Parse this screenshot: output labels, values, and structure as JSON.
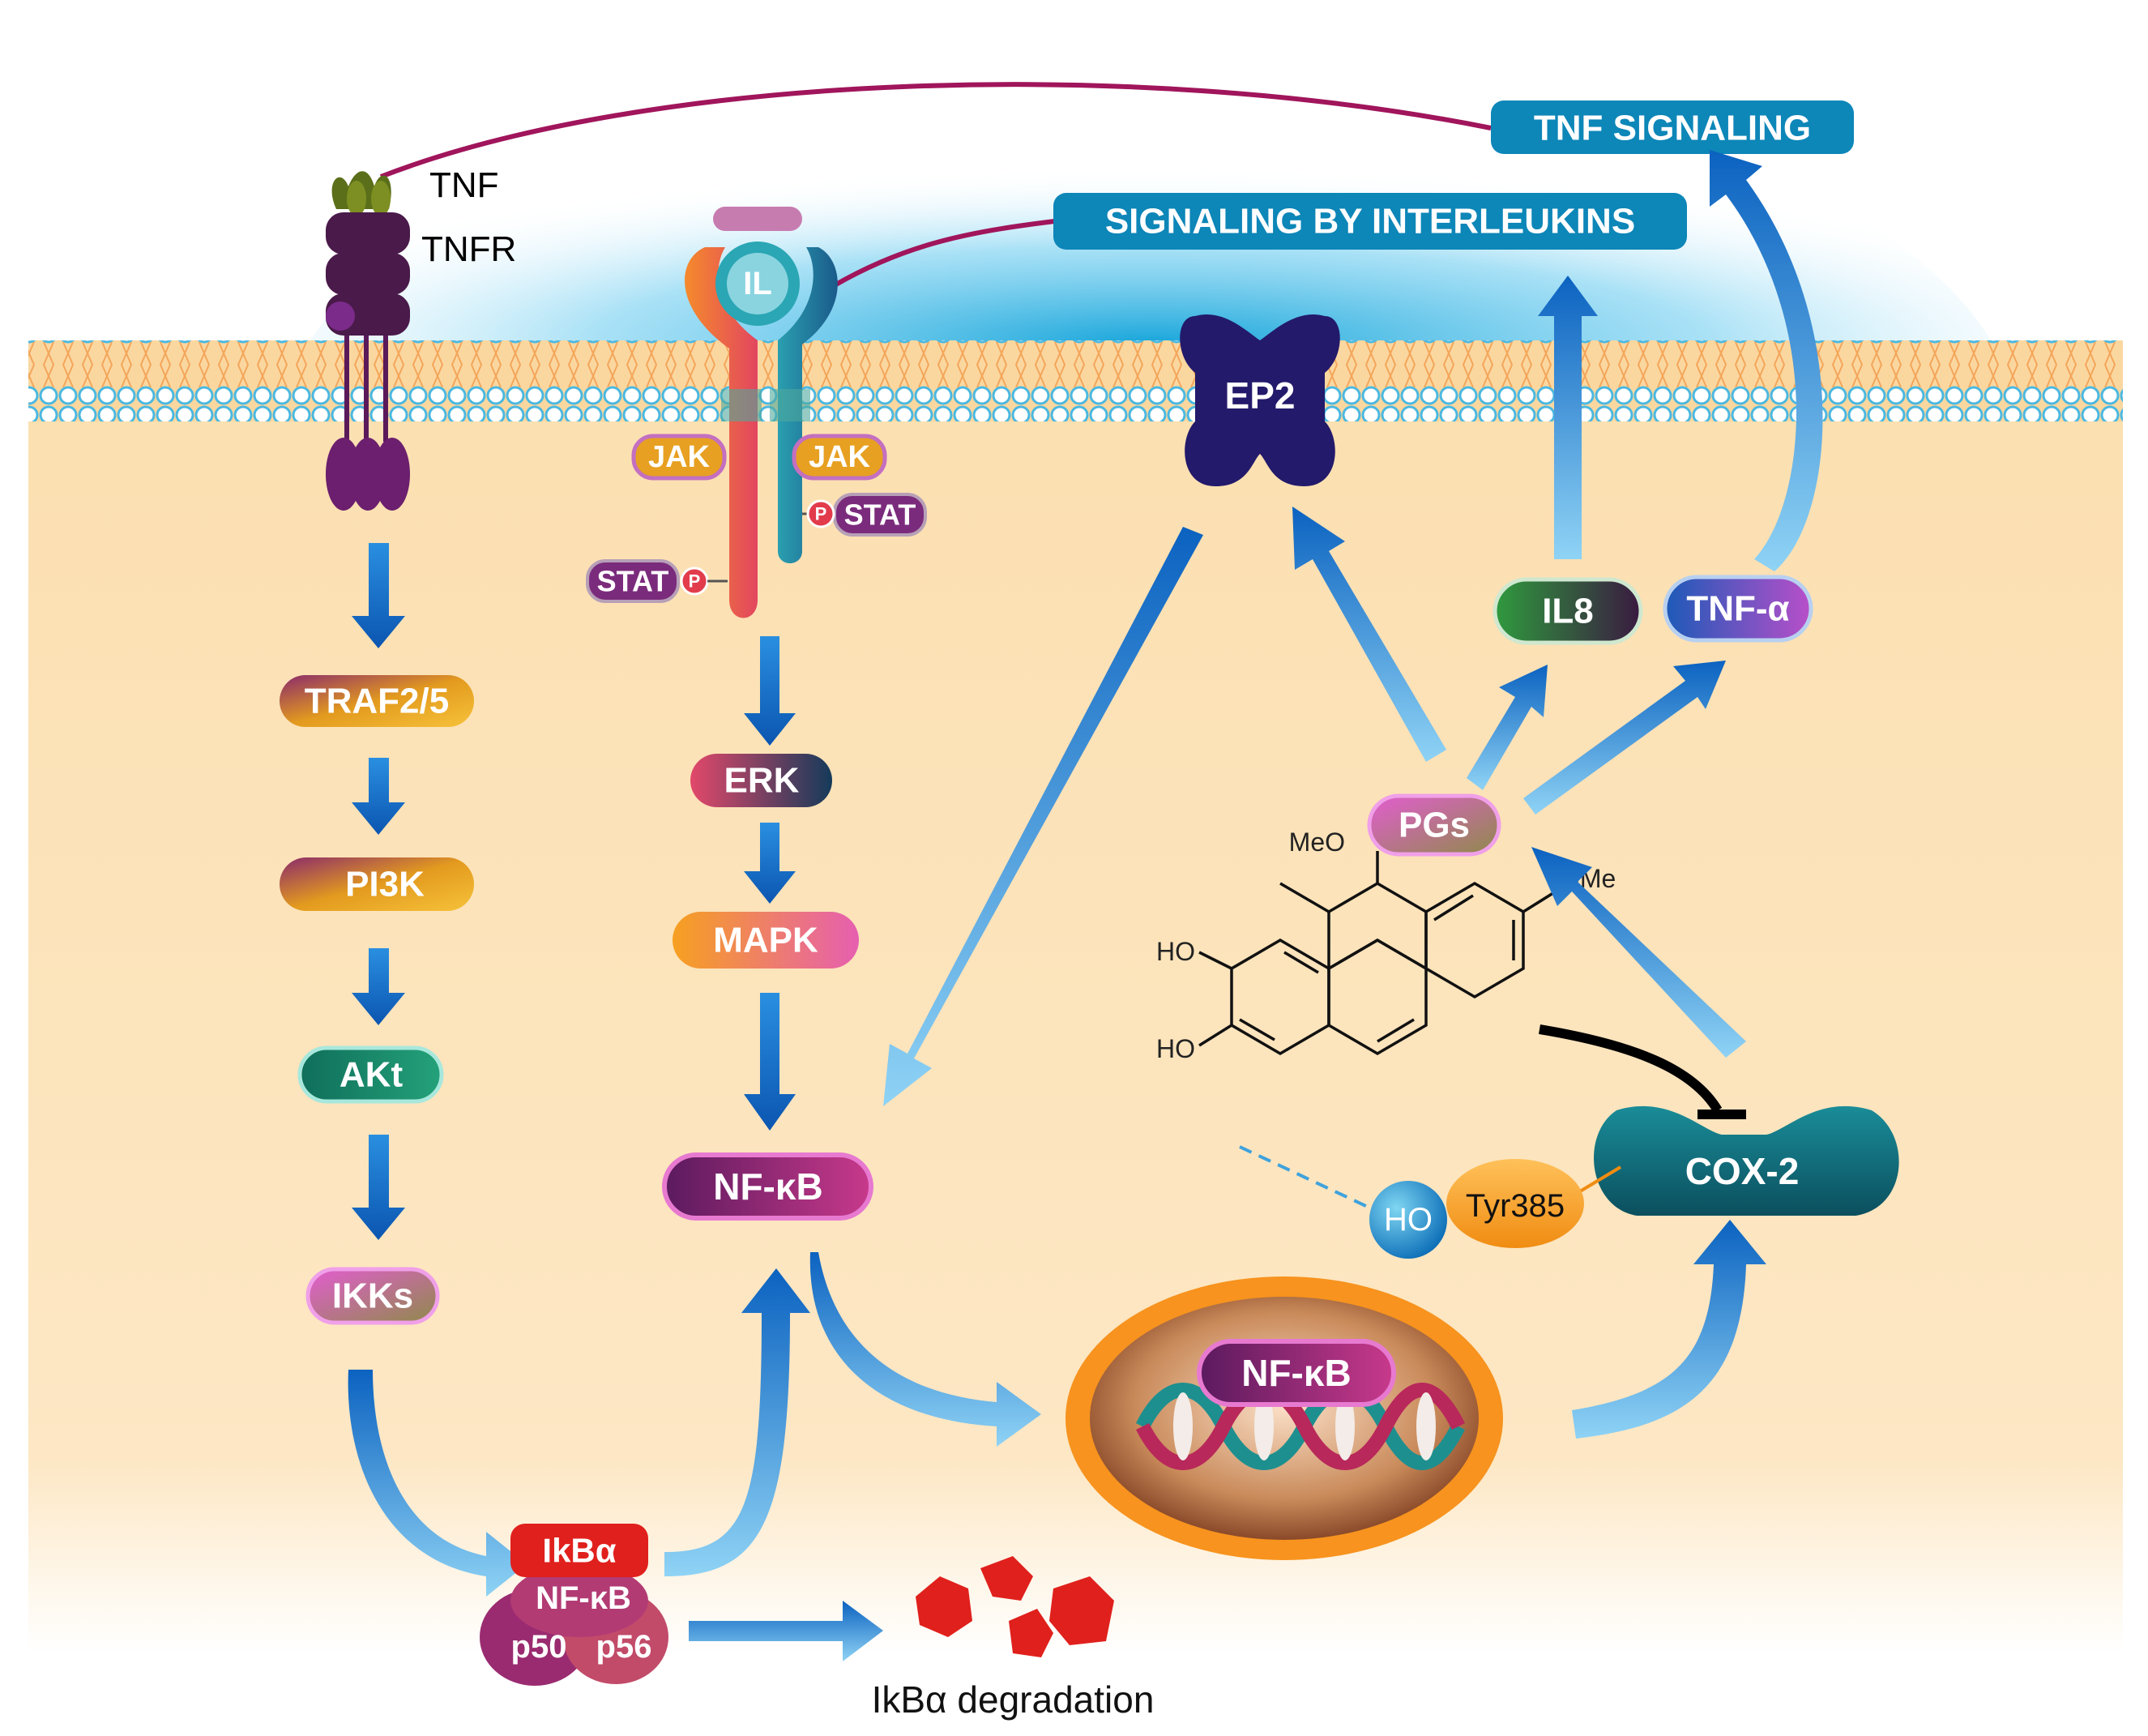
{
  "receptors": {
    "tnf_label": "TNF",
    "tnfr_label": "TNFR",
    "interleukin_label": "IL",
    "ep2_label": "EP2"
  },
  "signaling": {
    "tnf_signaling": "TNF SIGNALING",
    "interleukin_signaling": "SIGNALING BY INTERLEUKINS"
  },
  "jak_stat": {
    "jak_left": "JAK",
    "jak_right": "JAK",
    "stat_left": "STAT",
    "stat_right": "STAT",
    "phospho": "P"
  },
  "tnf_pathway": [
    "TRAF2/5",
    "PI3K",
    "AKt",
    "IKKs"
  ],
  "mapk_pathway": [
    "ERK",
    "MAPK",
    "NF-κB"
  ],
  "complex": {
    "ikba": "IkBα",
    "nfkb": "NF-κB",
    "p50": "p50",
    "p56": "p56",
    "degradation": "IkBα degradation"
  },
  "nucleus": {
    "nfkb": "NF-κB"
  },
  "right_pathway": {
    "pgs": "PGs",
    "il8": "IL8",
    "tnf_alpha": "TNF-α",
    "cox2": "COX-2",
    "tyr385": "Tyr385",
    "ho_bubble": "HO"
  },
  "molecule": {
    "meo": "MeO",
    "ome": "OMe",
    "ho_top": "HO",
    "ho_bottom": "HO"
  },
  "colors": {
    "membrane_head": "#8fd8f0",
    "cytoplasm": "#fde4b8",
    "arrow_blue": "#1a72c4",
    "pill_gold": "#e7a021",
    "pill_purple": "#7b2b7c",
    "nucleus_orange": "#f7931e",
    "cox2_teal": "#0f6f7c",
    "signal_box": "#0d86b8",
    "link_magenta": "#a0155b"
  }
}
